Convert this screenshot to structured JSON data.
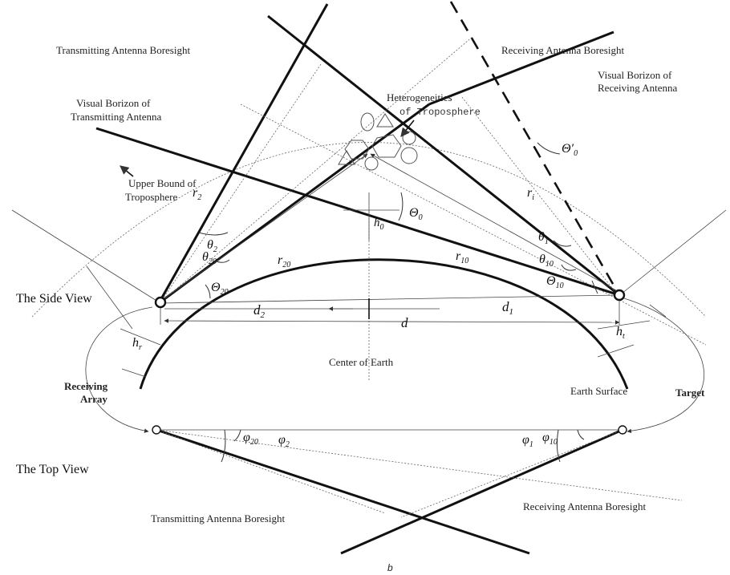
{
  "labels": {
    "transmitting_boresight_top": "Transmitting Antenna Boresight",
    "receiving_boresight_top": "Receiving Antenna Boresight",
    "visual_horizon_tx_1": "Visual Borizon of",
    "visual_horizon_tx_2": "Transmitting Antenna",
    "visual_horizon_rx_1": "Visual Borizon of",
    "visual_horizon_rx_2": "Receiving Antenna",
    "heterogeneities_1": "Heterogeneities",
    "heterogeneities_2": "of Troposphere",
    "upper_bound_1": "Upper Bound of",
    "upper_bound_2": "Troposphere",
    "side_view": "The Side View",
    "top_view": "The Top View",
    "center_of_earth": "Center of Earth",
    "earth_surface": "Earth Surface",
    "receiving_array_1": "Receiving",
    "receiving_array_2": "Array",
    "target": "Target",
    "transmitting_boresight_bottom": "Transmitting Antenna Boresight",
    "receiving_boresight_bottom": "Receiving Antenna Boresight",
    "caption": "b"
  },
  "symbols": {
    "r2": "r",
    "r2_sub": "2",
    "r1": "r",
    "r1_sub": "i",
    "theta2": "θ",
    "theta2_sub": "2",
    "theta20": "θ",
    "theta20_sub": "20",
    "theta1": "θ",
    "theta1_sub": "1",
    "theta10": "θ",
    "theta10_sub": "10",
    "Theta0": "Θ",
    "Theta0_sub": "0",
    "Theta0p": "Θ′",
    "Theta0p_sub": "0",
    "Theta20": "Θ",
    "Theta20_sub": "20",
    "Theta10": "Θ",
    "Theta10_sub": "10",
    "h0": "h",
    "h0_sub": "0",
    "r20": "r",
    "r20_sub": "20",
    "r10": "r",
    "r10_sub": "10",
    "d2": "d",
    "d2_sub": "2",
    "d1": "d",
    "d1_sub": "1",
    "d": "d",
    "hr": "h",
    "hr_sub": "r",
    "ht": "h",
    "ht_sub": "t",
    "phi20": "φ",
    "phi20_sub": "20",
    "phi2": "φ",
    "phi2_sub": "2",
    "phi1": "φ",
    "phi1_sub": "1",
    "phi10": "φ",
    "phi10_sub": "10"
  }
}
